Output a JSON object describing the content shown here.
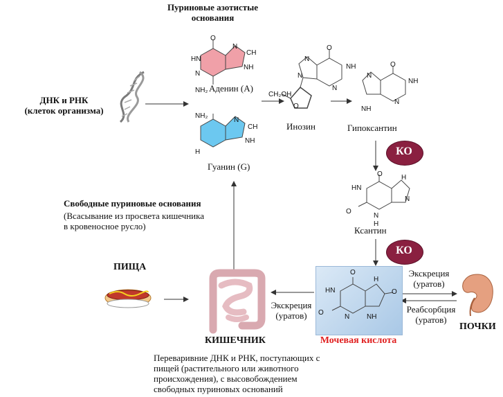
{
  "header": {
    "line1": "Пуриновые азотистые",
    "line2": "основания"
  },
  "sources": {
    "dna_rna_line1": "ДНК и РНК",
    "dna_rna_line2": "(клеток организма)",
    "food": "ПИЩА"
  },
  "molecules": {
    "adenine": "Аденин (A)",
    "guanine": "Гуанин (G)",
    "inosine": "Инозин",
    "hypoxanthine": "Гипоксантин",
    "xanthine": "Ксантин",
    "uric_acid": "Мочевая кислота",
    "ch2oh": "CH₂OH"
  },
  "atoms": {
    "N": "N",
    "NH": "NH",
    "HN": "HN",
    "H": "H",
    "O": "O",
    "NH2": "NH₂",
    "CH": "CH"
  },
  "enzymes": {
    "ko1": "КО",
    "ko2": "КО"
  },
  "free_bases": {
    "title": "Свободные пуриновые основания",
    "desc1": "(Всасывание из просвета кишечника",
    "desc2": "в кровеносное русло)"
  },
  "intestine": {
    "label": "КИШЕЧНИК",
    "desc1": "Переваривние ДНК и РНК, поступающих с",
    "desc2": "пищей (растительного или животного",
    "desc3": "происхождения), с высовобождением",
    "desc4": "свободных пуриновых оснований"
  },
  "excretion_gut": {
    "line1": "Экскреция",
    "line2": "(уратов)"
  },
  "kidney": {
    "label": "ПОЧКИ",
    "excretion1": "Экскреция",
    "excretion2": "(уратов)",
    "reabsorption1": "Реабсорбция",
    "reabsorption2": "(уратов)"
  },
  "colors": {
    "adenine_ring": "#f0a0a8",
    "guanine_ring": "#6cc8f0",
    "enzyme_fill": "#8a2040",
    "uric_acid_label": "#e02020",
    "uric_acid_box": "#c8dff2"
  }
}
